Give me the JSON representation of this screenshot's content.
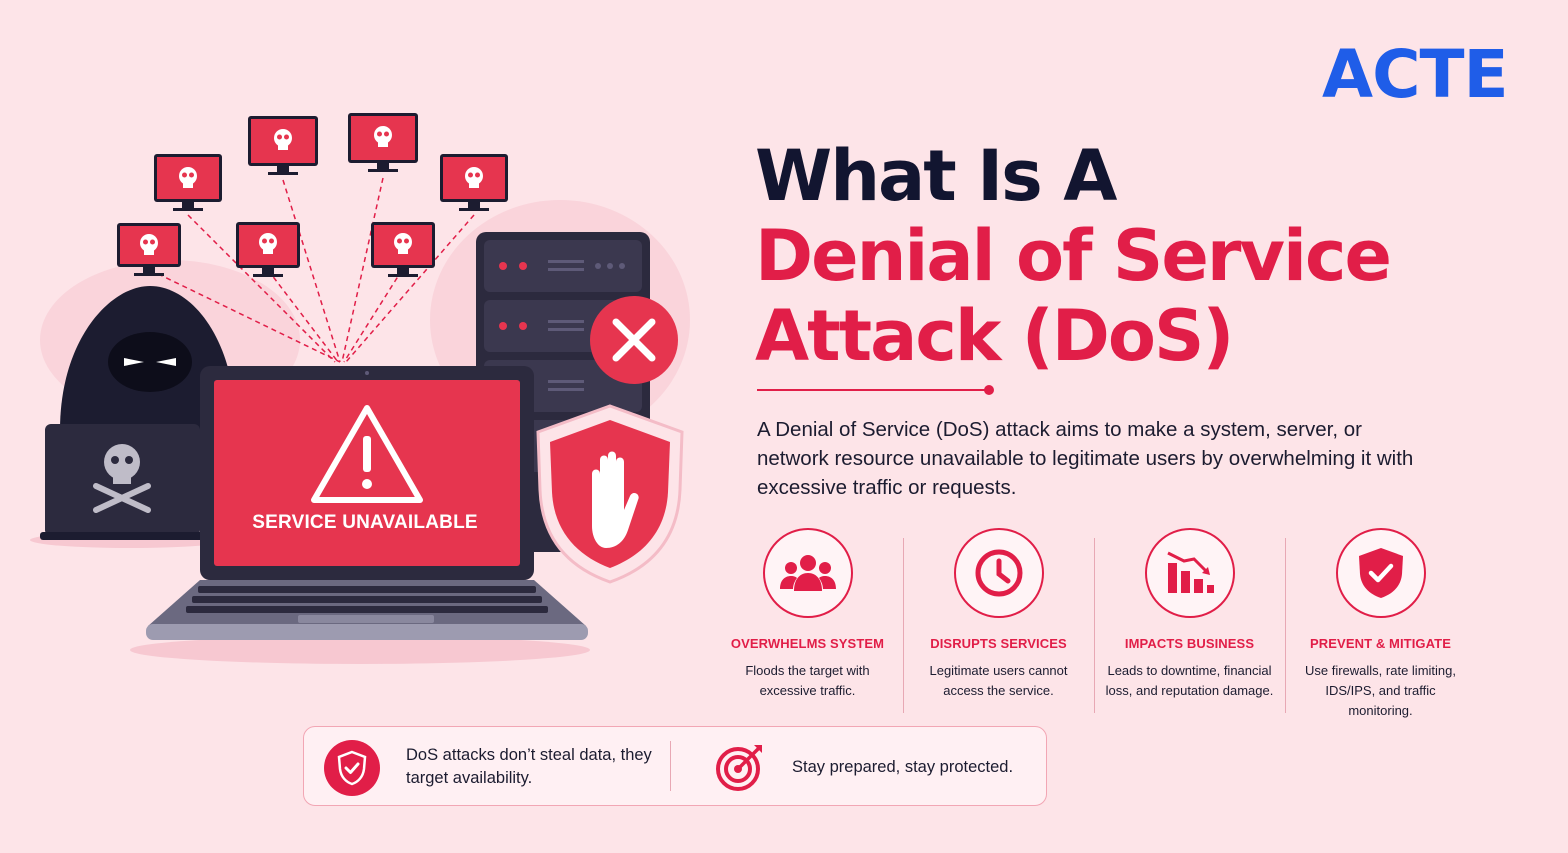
{
  "brand": {
    "logo": "ACTE",
    "logo_color": "#1f5de8"
  },
  "heading": {
    "line1": "What Is A",
    "line2": "Denial of Service",
    "line3": "Attack (DoS)"
  },
  "description": "A Denial of Service (DoS) attack aims to make a system, server, or network resource unavailable to legitimate users by overwhelming it with excessive traffic or requests.",
  "illustration": {
    "screen_label": "SERVICE UNAVAILABLE",
    "icons": [
      "hacker-icon",
      "skull-monitor-icon",
      "laptop-icon",
      "server-icon",
      "shield-hand-icon",
      "error-x-icon",
      "warning-icon"
    ]
  },
  "features": [
    {
      "icon": "users-icon",
      "title": "OVERWHELMS SYSTEM",
      "text": "Floods the target with excessive traffic."
    },
    {
      "icon": "clock-icon",
      "title": "DISRUPTS SERVICES",
      "text": "Legitimate users cannot access the service."
    },
    {
      "icon": "chart-down-icon",
      "title": "IMPACTS BUSINESS",
      "text": "Leads to downtime, financial loss, and reputation damage."
    },
    {
      "icon": "shield-check-icon",
      "title": "PREVENT & MITIGATE",
      "text": "Use firewalls, rate limiting, IDS/IPS, and traffic monitoring."
    }
  ],
  "footer": {
    "note": "DoS attacks don’t steal data, they target availability.",
    "tagline": "Stay prepared, stay protected."
  },
  "colors": {
    "accent": "#e11e48",
    "dark": "#121530",
    "background": "#fde4e8"
  }
}
